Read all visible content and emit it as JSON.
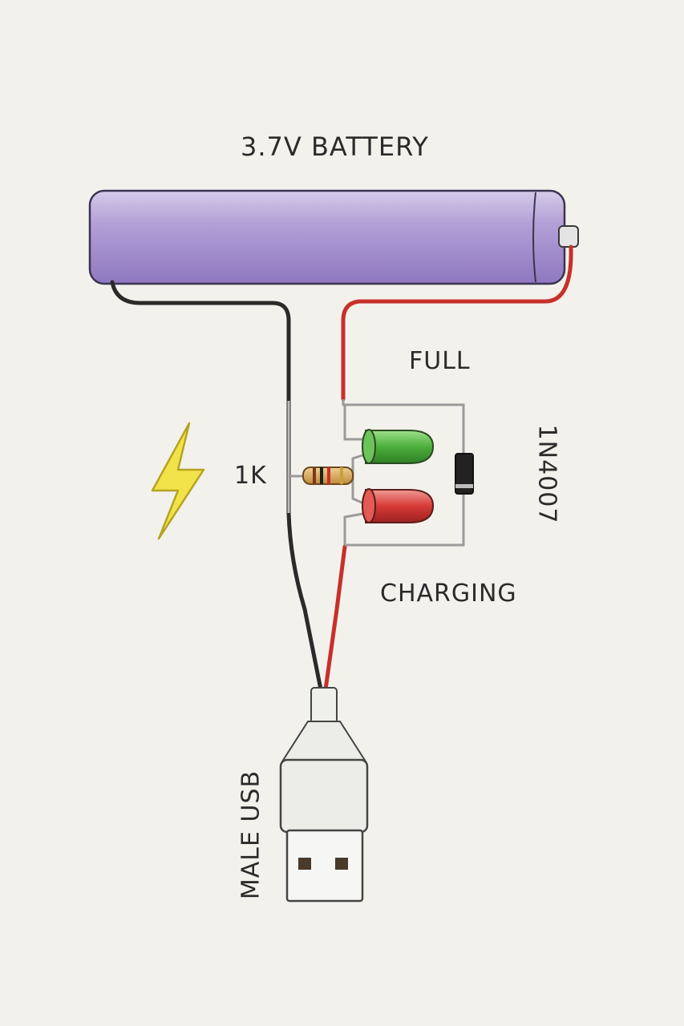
{
  "labels": {
    "battery": "3.7V BATTERY",
    "full": "FULL",
    "resistor": "1K",
    "charging": "CHARGING",
    "diode": "1N4007",
    "usb": "MALE USB"
  },
  "colors": {
    "battery_body": "#b3a0d6",
    "battery_cap": "#c9bce4",
    "wire_black": "#2a2a2a",
    "wire_red": "#c8302a",
    "wire_lead": "#9a9a9a",
    "led_green": "#4caf3c",
    "led_red": "#d63a36",
    "resistor_body": "#d8a55a",
    "diode_body": "#222222",
    "usb_body": "#eeeeea",
    "bolt": "#f2e24a"
  },
  "icons": {
    "bolt": "lightning-bolt-icon"
  }
}
